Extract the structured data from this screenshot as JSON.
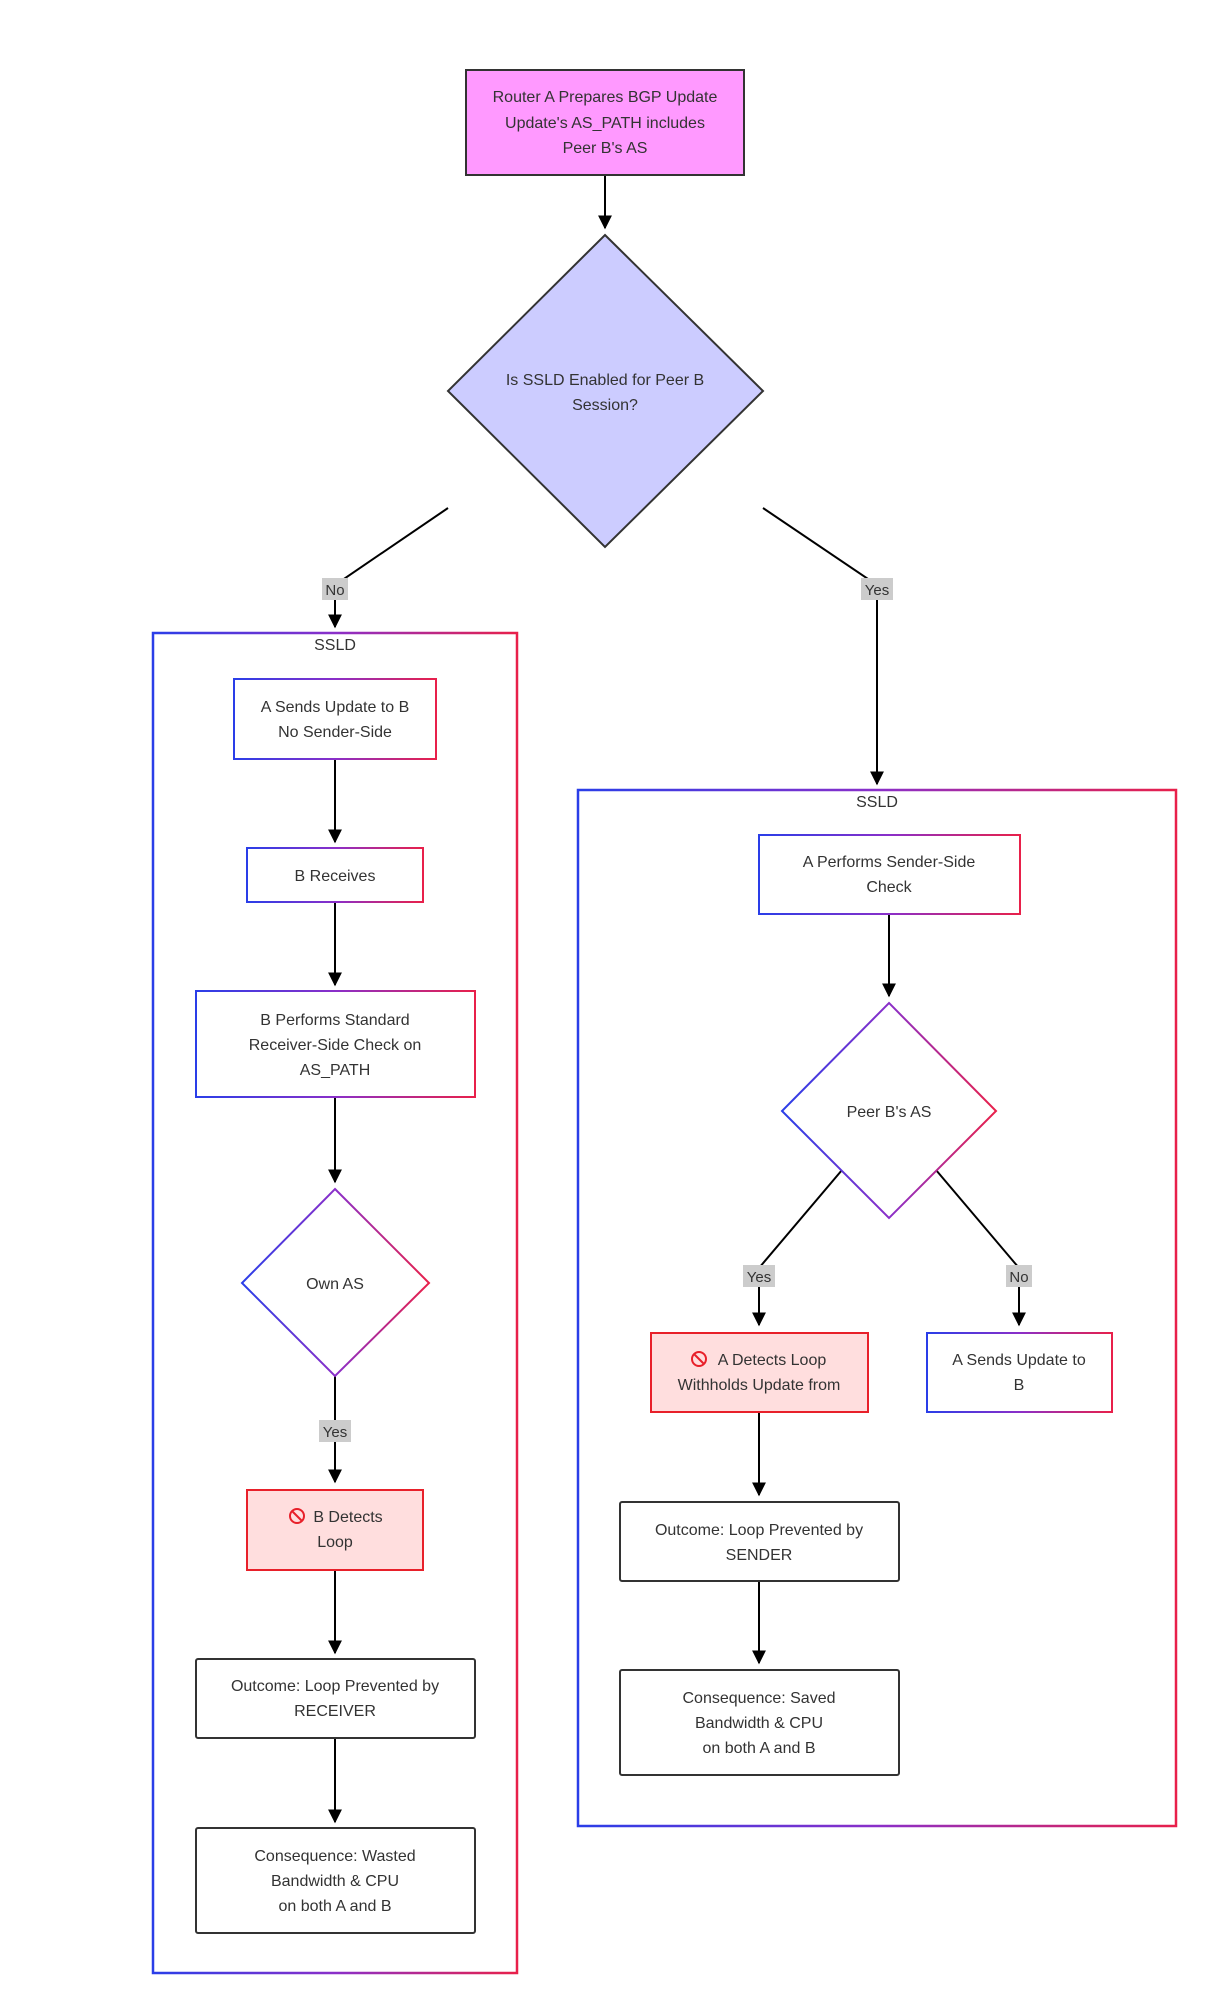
{
  "colors": {
    "start_fill": "#ff99ff",
    "decision_fill": "#ccccff",
    "detect_fill": "#ffdede",
    "detect_stroke": "#e8202a",
    "neutral_stroke": "#333333",
    "grad_start": "#2a3ee8",
    "grad_mid": "#8a2fc9",
    "grad_end": "#e8204a",
    "label_bg": "#cccccc"
  },
  "icons": {
    "no_entry": "no-entry-icon"
  },
  "nodes": {
    "start": {
      "lines": [
        "Router A Prepares BGP Update",
        "Update's AS_PATH includes",
        "Peer B's AS"
      ]
    },
    "decision_main": {
      "lines": [
        "Is SSLD Enabled for Peer B",
        "Session?"
      ]
    },
    "left_cluster": {
      "title": "SSLD"
    },
    "right_cluster": {
      "title": "SSLD"
    },
    "l_send": {
      "lines": [
        "A Sends Update to B",
        "No Sender-Side"
      ]
    },
    "l_receive": {
      "lines": [
        "B Receives"
      ]
    },
    "l_check": {
      "lines": [
        "B Performs Standard",
        "Receiver-Side Check on",
        "AS_PATH"
      ]
    },
    "l_own_as": {
      "lines": [
        "Own AS"
      ]
    },
    "l_detect": {
      "lines": [
        "B Detects",
        "Loop"
      ]
    },
    "l_outcome": {
      "lines": [
        "Outcome: Loop Prevented by",
        "RECEIVER"
      ]
    },
    "l_conseq": {
      "lines": [
        "Consequence: Wasted",
        "Bandwidth & CPU",
        "on both A and B"
      ]
    },
    "r_check": {
      "lines": [
        "A Performs Sender-Side",
        "Check"
      ]
    },
    "r_peer_as": {
      "lines": [
        "Peer B's AS"
      ]
    },
    "r_detect": {
      "lines": [
        "A Detects Loop",
        "Withholds Update from"
      ]
    },
    "r_send": {
      "lines": [
        "A Sends Update to",
        "B"
      ]
    },
    "r_outcome": {
      "lines": [
        "Outcome: Loop Prevented by",
        "SENDER"
      ]
    },
    "r_conseq": {
      "lines": [
        "Consequence: Saved",
        "Bandwidth & CPU",
        "on both A and B"
      ]
    }
  },
  "edge_labels": {
    "main_no": "No",
    "main_yes": "Yes",
    "own_as_yes": "Yes",
    "peer_as_yes": "Yes",
    "peer_as_no": "No"
  }
}
